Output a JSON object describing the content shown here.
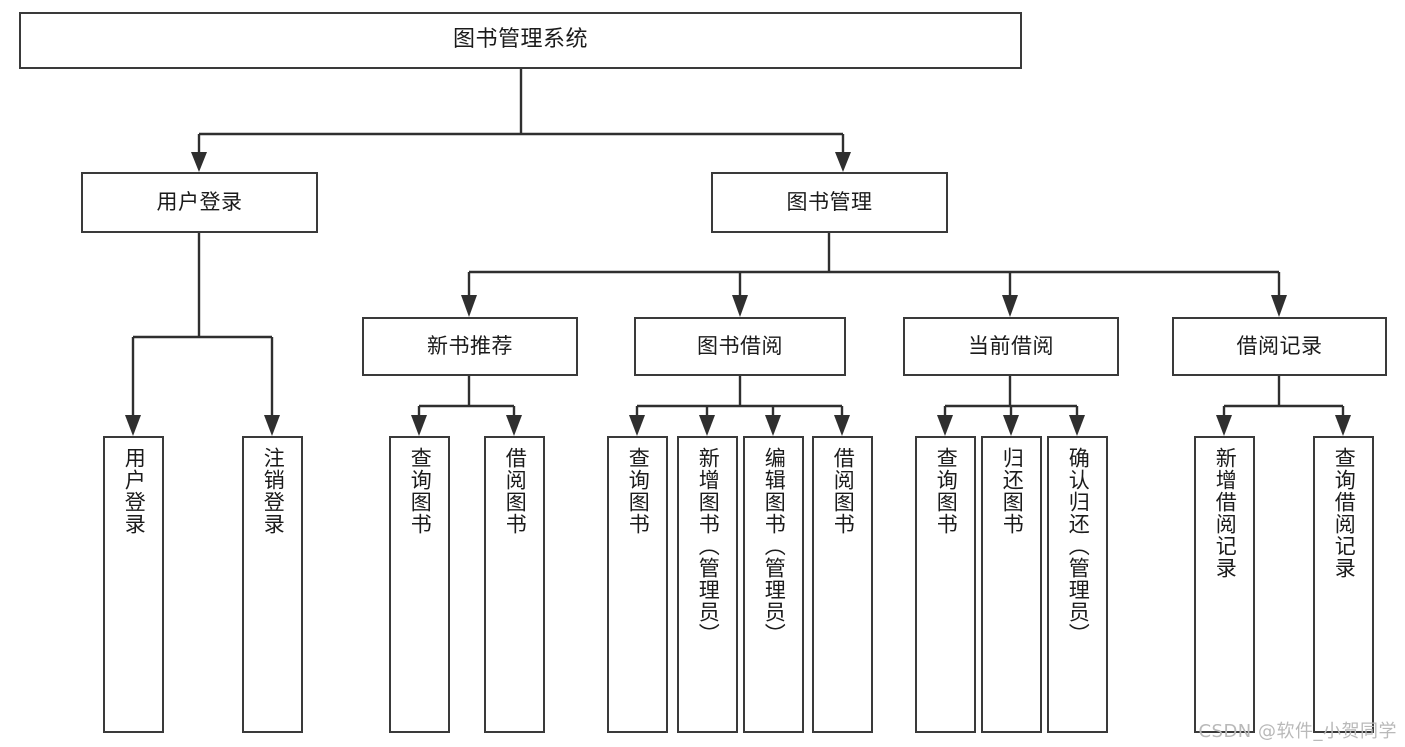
{
  "diagram": {
    "title": "图书管理系统",
    "watermark": "CSDN @软件_小贺同学",
    "orientation": "top-down tree",
    "levels": 4
  },
  "root": {
    "label": "图书管理系统"
  },
  "level2": [
    {
      "label": "用户登录"
    },
    {
      "label": "图书管理"
    }
  ],
  "level3": [
    {
      "label": "新书推荐"
    },
    {
      "label": "图书借阅"
    },
    {
      "label": "当前借阅"
    },
    {
      "label": "借阅记录"
    }
  ],
  "leaves": {
    "user_login": [
      {
        "label": "用户登录"
      },
      {
        "label": "注销登录"
      }
    ],
    "new_book_recommend": [
      {
        "label": "查询图书"
      },
      {
        "label": "借阅图书"
      }
    ],
    "book_borrow": [
      {
        "label": "查询图书"
      },
      {
        "label": "新增图书（管理员）"
      },
      {
        "label": "编辑图书（管理员）"
      },
      {
        "label": "借阅图书"
      }
    ],
    "current_borrow": [
      {
        "label": "查询图书"
      },
      {
        "label": "归还图书"
      },
      {
        "label": "确认归还（管理员）"
      }
    ],
    "borrow_record": [
      {
        "label": "新增借阅记录"
      },
      {
        "label": "查询借阅记录"
      }
    ]
  },
  "colors": {
    "box_border": "#3a3a3a",
    "connector": "#2f2f2f",
    "text": "#1b1b1b",
    "background": "#ffffff",
    "watermark": "#b9b9b9"
  }
}
